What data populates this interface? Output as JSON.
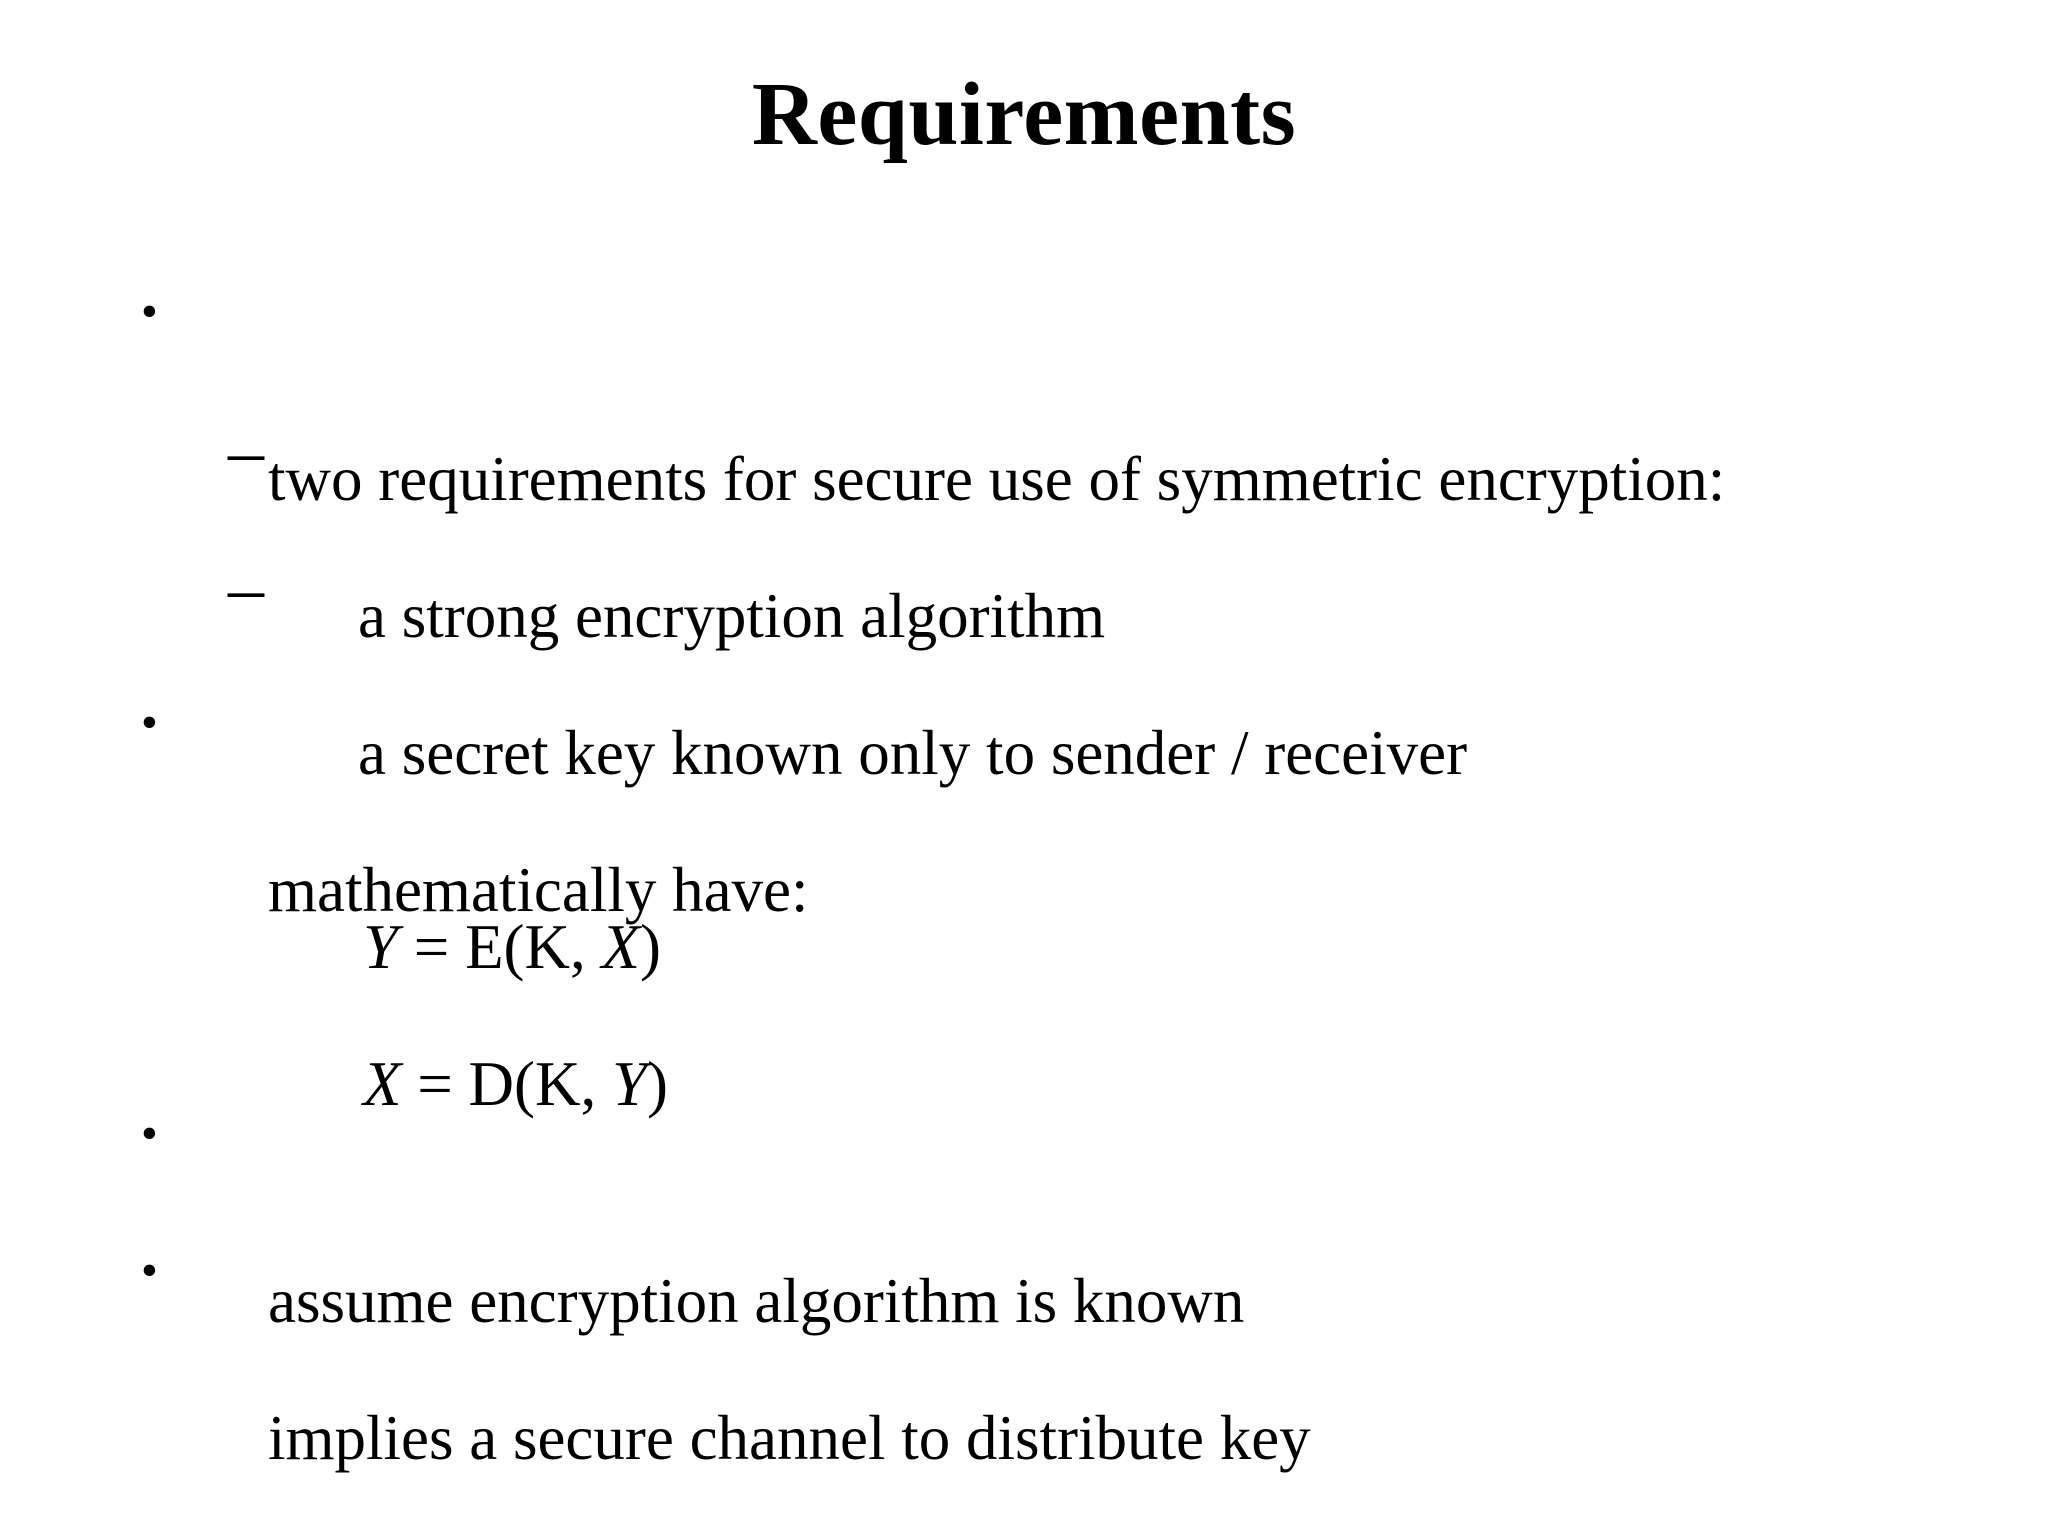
{
  "slide": {
    "title": "Requirements",
    "markers": {
      "bullet": "•",
      "dash": "–"
    },
    "bullets": [
      {
        "level": 1,
        "text": "two requirements for secure use of symmetric encryption:"
      },
      {
        "level": 2,
        "text": "a strong encryption algorithm"
      },
      {
        "level": 2,
        "text": "a secret key known only to sender / receiver"
      },
      {
        "level": 1,
        "text": "mathematically have:"
      },
      {
        "level": 1,
        "text": "assume encryption algorithm is known"
      },
      {
        "level": 1,
        "text": "implies a secure channel to distribute key"
      }
    ],
    "equations": [
      {
        "lhs": "Y",
        "mid": " = E(K, ",
        "rhs": "X",
        "close": ")"
      },
      {
        "lhs": "X",
        "mid": " = D(K, ",
        "rhs": "Y",
        "close": ")"
      }
    ],
    "colors": {
      "background": "#ffffff",
      "text": "#000000"
    }
  }
}
